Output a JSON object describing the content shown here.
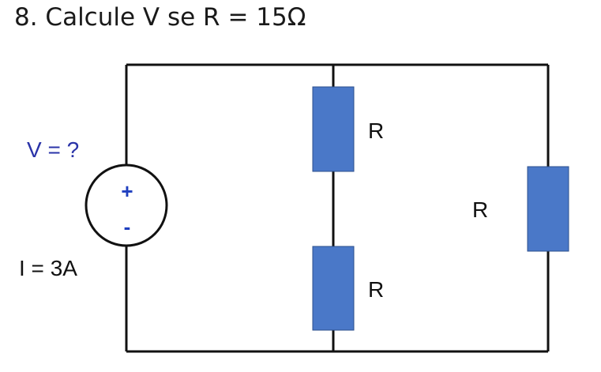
{
  "question": {
    "text": "8. Calcule V se R = 15Ω"
  },
  "circuit": {
    "source": {
      "voltage_label": "V = ?",
      "current_label": "I = 3A",
      "plus_sign": "+",
      "minus_sign": "-"
    },
    "resistors": [
      {
        "label": "R"
      },
      {
        "label": "R"
      },
      {
        "label": "R"
      }
    ]
  },
  "colors": {
    "resistor_fill": "#4a78c8",
    "voltage_label": "#2a33a8",
    "plus_sign": "#1f3fbf",
    "minus_sign": "#1f3fbf"
  }
}
